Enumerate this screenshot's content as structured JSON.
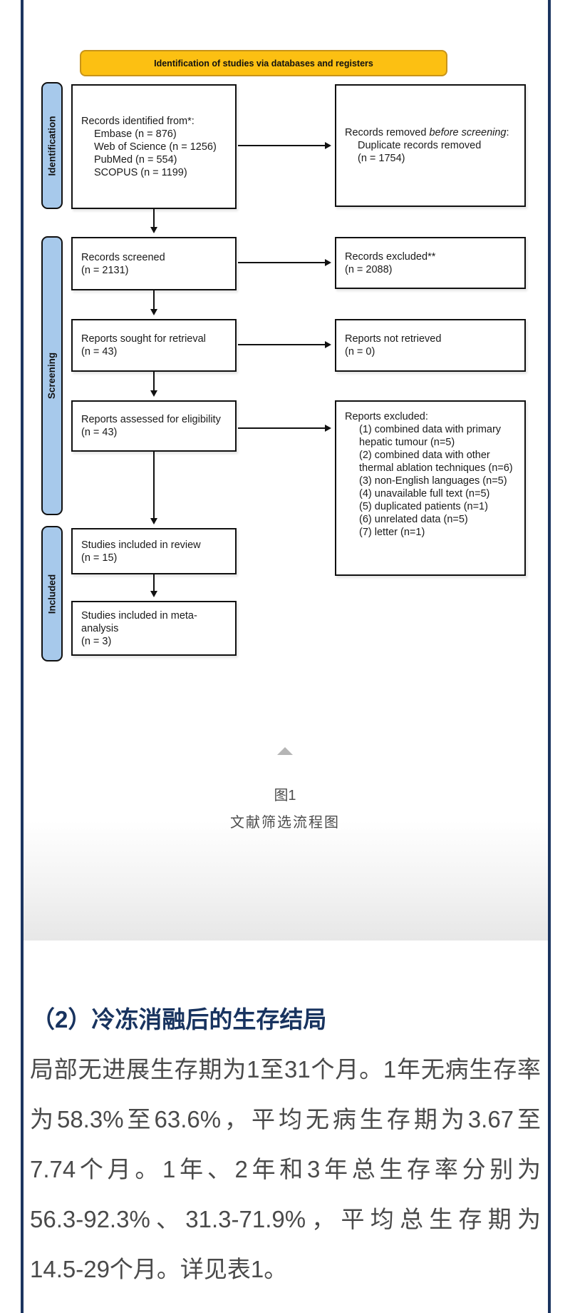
{
  "banner": {
    "label": "Identification of studies via databases and registers"
  },
  "side_labels": {
    "identification": "Identification",
    "screening": "Screening",
    "included": "Included"
  },
  "flow": {
    "records_identified": {
      "title": "Records identified from*:",
      "items": [
        "Embase (n = 876)",
        "Web of Science (n = 1256)",
        "PubMed (n = 554)",
        "SCOPUS (n = 1199)"
      ]
    },
    "records_removed": {
      "pre": "Records removed ",
      "italic": "before screening",
      "post": ":",
      "items": [
        "Duplicate records removed",
        "(n = 1754)"
      ]
    },
    "records_screened": {
      "line1": "Records screened",
      "line2": "(n = 2131)"
    },
    "records_excluded": {
      "line1": "Records excluded**",
      "line2": "(n = 2088)"
    },
    "reports_sought": {
      "line1": "Reports sought for retrieval",
      "line2": "(n = 43)"
    },
    "reports_not_retrieved": {
      "line1": "Reports not retrieved",
      "line2": "(n = 0)"
    },
    "reports_assessed": {
      "line1": "Reports assessed for eligibility",
      "line2": "(n = 43)"
    },
    "reports_excluded": {
      "title": "Reports excluded:",
      "items": [
        "(1) combined data with primary hepatic tumour (n=5)",
        "(2) combined data with other thermal ablation techniques (n=6)",
        "(3) non-English languages (n=5)",
        "(4) unavailable full text (n=5)",
        "(5) duplicated patients (n=1)",
        "(6) unrelated data (n=5)",
        "(7) letter (n=1)"
      ]
    },
    "studies_in_review": {
      "line1": "Studies included in review",
      "line2": "(n = 15)"
    },
    "studies_in_meta": {
      "lines": [
        "Studies included in meta-",
        "analysis",
        "(n = 3)"
      ]
    }
  },
  "caption": {
    "figure_label": "图1",
    "figure_title": "文献筛选流程图"
  },
  "section": {
    "heading": "（2）冷冻消融后的生存结局",
    "paragraph_lines": [
      "局部无进展生存期为1至31个月。1年无病生存率",
      "为58.3%至63.6%，平均无病生存期为3.67至",
      "7.74个月。1年、2年和3年总生存率分别为",
      "56.3-92.3%、31.3-71.9%，平均总生存期为",
      "14.5-29个月。详见表1。"
    ]
  },
  "colors": {
    "frame_navy": "#1c3560",
    "heading_navy": "#18335f",
    "banner_fill": "#fcc012",
    "banner_border": "#c8941a",
    "stage_fill": "#a7c9eb",
    "box_border": "#111111",
    "body_text": "#4a4a4a",
    "caption_text": "#4d4d4d",
    "triangle_gray": "#b5b5b5"
  }
}
